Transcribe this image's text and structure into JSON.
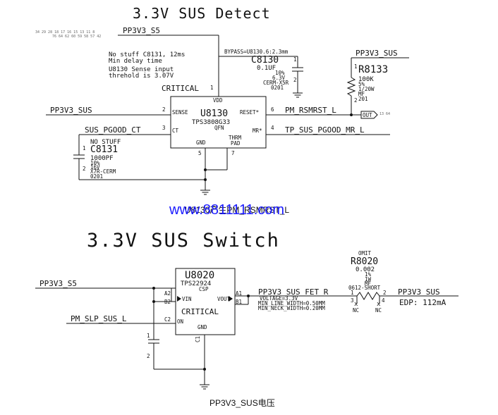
{
  "detect": {
    "title": "3.3V SUS Detect",
    "pin_numbers_top": "34 29 28 18 17 16 15 13 11 8",
    "pin_numbers_bottom": "76 64 62 60 59 58 57 42",
    "net_pp3v3_s5": "PP3V3_S5",
    "note_line1": "No stuff C8131, 12ms",
    "note_line2": "Min delay time",
    "note_line3": "U8130 Sense input",
    "note_line4": "threhold is 3.07V",
    "critical": "CRITICAL",
    "c8130": {
      "bypass": "BYPASS=U8130.6:2.3mm",
      "ref": "C8130",
      "value": "0.1UF",
      "tol": "10%",
      "volt": "6.3V",
      "type": "CERM-X5R",
      "pkg": "0201",
      "pin1": "1",
      "pin2": "2"
    },
    "u8130": {
      "ref": "U8130",
      "part": "TPS3808G33",
      "pkg": "QFN",
      "pin_vdd": "VDD",
      "pin_vdd_num": "1",
      "pin_sense": "SENSE",
      "pin_sense_num": "2",
      "pin_ct": "CT",
      "pin_ct_num": "3",
      "pin_reset": "RESET*",
      "pin_reset_num": "6",
      "pin_mr": "MR*",
      "pin_mr_num": "4",
      "pin_gnd": "GND",
      "pin_gnd_num": "5",
      "pin_thrm": "THRM",
      "pin_pad": "PAD",
      "pin_thrm_num": "7"
    },
    "net_pp3v3_sus_in": "PP3V3_SUS",
    "net_sus_pgood": "SUS_PGOOD_CT",
    "c8131": {
      "nostuff": "NO STUFF",
      "ref": "C8131",
      "value": "1000PF",
      "tol": "10%",
      "volt": "16V",
      "type": "X7R-CERM",
      "pkg": "0201",
      "pin1": "1",
      "pin2": "2"
    },
    "net_pm_rsmrst": "PM_RSMRST_L",
    "out_tag": "OUT",
    "out_pages": "13 64",
    "net_tp_sus": "TP_SUS_PGOOD_MR_L",
    "net_pp3v3_sus_r": "PP3V3_SUS",
    "r8133": {
      "ref": "R8133",
      "value": "100K",
      "tol": "5%",
      "power": "1/20W",
      "type": "MF",
      "pkg": "201",
      "pin1": "1",
      "pin2": "2"
    },
    "overlay_text": "U8130产生PM_RSMRST_L"
  },
  "watermark": "www.8811111.com",
  "switch": {
    "title": "3.3V SUS Switch",
    "net_pp3v3_s5": "PP3V3_S5",
    "net_pm_slp": "PM_SLP_SUS_L",
    "u8020": {
      "ref": "U8020",
      "part": "TPS22924",
      "pkg": "CSP",
      "critical": "CRITICAL",
      "pin_vin": "VIN",
      "pin_a2": "A2",
      "pin_b2": "B2",
      "pin_on": "ON",
      "pin_c2": "C2",
      "pin_vout": "VOUT",
      "pin_a1": "A1",
      "pin_b1": "B1",
      "pin_gnd": "GND",
      "pin_c1": "C1"
    },
    "net_fet": "PP3V3_SUS_FET_R",
    "voltage": "VOLTAGE=3.3V",
    "min_line": "MIN_LINE_WIDTH=0.50MM",
    "min_neck": "MIN_NECK_WIDTH=0.20MM",
    "r8020": {
      "omit": "OMIT",
      "ref": "R8020",
      "value": "0.002",
      "tol": "1%",
      "power": "1W",
      "type": "MF",
      "pkg": "0612-SHORT",
      "pin1": "1",
      "pin2": "2",
      "pin3": "3",
      "pin4": "4",
      "nc": "NC"
    },
    "net_out": "PP3V3_SUS",
    "edp": "EDP: 112mA",
    "cap_pin1": "1",
    "cap_pin2": "2"
  },
  "caption": "PP3V3_SUS电压"
}
